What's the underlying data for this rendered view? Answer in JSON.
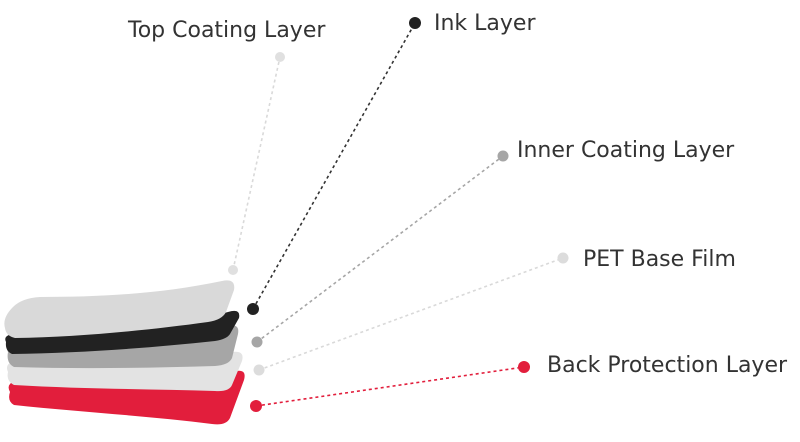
{
  "layers": [
    {
      "label": "Top Coating Layer",
      "color": "#d9d9d9",
      "dot_color": "#e0e0e0",
      "line_color": "#d9d9d9"
    },
    {
      "label": "Ink Layer",
      "color": "#222222",
      "dot_color": "#222222",
      "line_color": "#333333"
    },
    {
      "label": "Inner Coating Layer",
      "color": "#a6a6a6",
      "dot_color": "#a6a6a6",
      "line_color": "#a6a6a6"
    },
    {
      "label": "PET Base Film",
      "color": "#e3e3e3",
      "dot_color": "#dcdcdc",
      "line_color": "#d9d9d9"
    },
    {
      "label": "Back Protection Layer",
      "color": "#e21e3c",
      "dot_color": "#e21e3c",
      "line_color": "#e21e3c"
    }
  ]
}
